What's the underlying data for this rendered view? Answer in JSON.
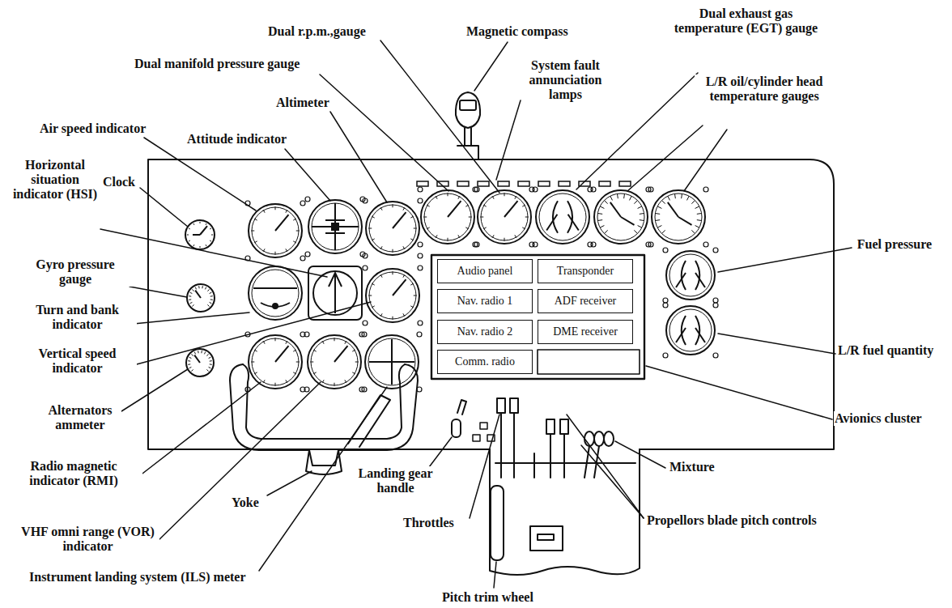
{
  "diagram": {
    "nodes": [
      {
        "text": [
          "Audio panel"
        ]
      },
      {
        "text": [
          "Transponder"
        ]
      },
      {
        "text": [
          "Nav. radio 1"
        ]
      },
      {
        "text": [
          "ADF receiver"
        ]
      },
      {
        "text": [
          "Nav. radio 2"
        ]
      },
      {
        "text": [
          "DME receiver"
        ]
      },
      {
        "text": [
          "Comm. radio"
        ]
      }
    ],
    "labels": [
      "Dual r.p.m.,gauge",
      "Magnetic compass",
      "Dual exhaust gas temperature (EGT) gauge",
      "Dual manifold pressure gauge",
      "System fault annunciation lamps",
      "L/R oil/cylinder head temperature gauges",
      "Altimeter",
      "Air speed indicator",
      "Attitude indicator",
      "Horizontal situation indicator (HSI)",
      "Clock",
      "Gyro pressure gauge",
      "Turn and bank indicator",
      "Vertical speed indicator",
      "Alternators ammeter",
      "Radio magnetic indicator (RMI)",
      "VHF omni range (VOR) indicator",
      "Yoke",
      "Landing gear handle",
      "Throttles",
      "Instrument landing system (ILS) meter",
      "Pitch trim wheel",
      "Mixture",
      "Propellors blade pitch controls",
      "Fuel pressure",
      "L/R fuel quantity",
      "Avionics cluster"
    ]
  }
}
